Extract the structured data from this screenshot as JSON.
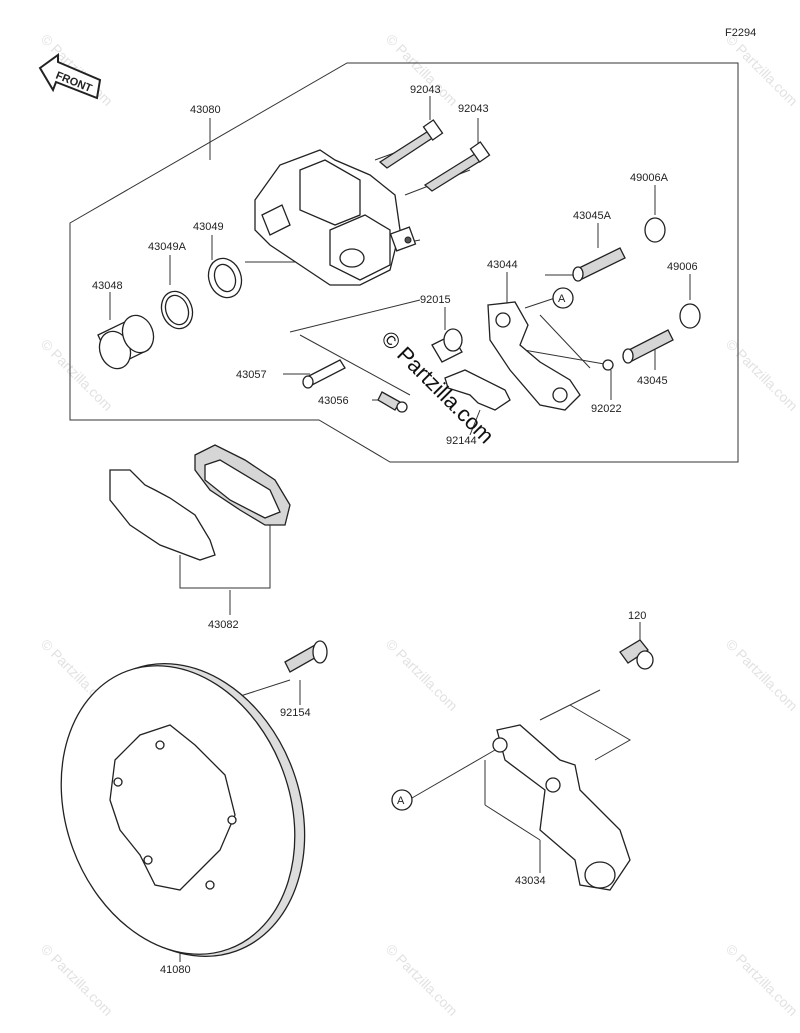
{
  "figure_code": "F2294",
  "front_label": "FRONT",
  "watermark": "© Partzilla.com",
  "callout_ref": "A",
  "parts": [
    {
      "id": "43080"
    },
    {
      "id": "92043"
    },
    {
      "id": "92043"
    },
    {
      "id": "43049"
    },
    {
      "id": "43049A"
    },
    {
      "id": "43048"
    },
    {
      "id": "49006A"
    },
    {
      "id": "43045A"
    },
    {
      "id": "43044"
    },
    {
      "id": "92015"
    },
    {
      "id": "49006"
    },
    {
      "id": "43057"
    },
    {
      "id": "43056"
    },
    {
      "id": "43045"
    },
    {
      "id": "92022"
    },
    {
      "id": "92144"
    },
    {
      "id": "43082"
    },
    {
      "id": "120"
    },
    {
      "id": "92154"
    },
    {
      "id": "43034"
    },
    {
      "id": "41080"
    }
  ]
}
